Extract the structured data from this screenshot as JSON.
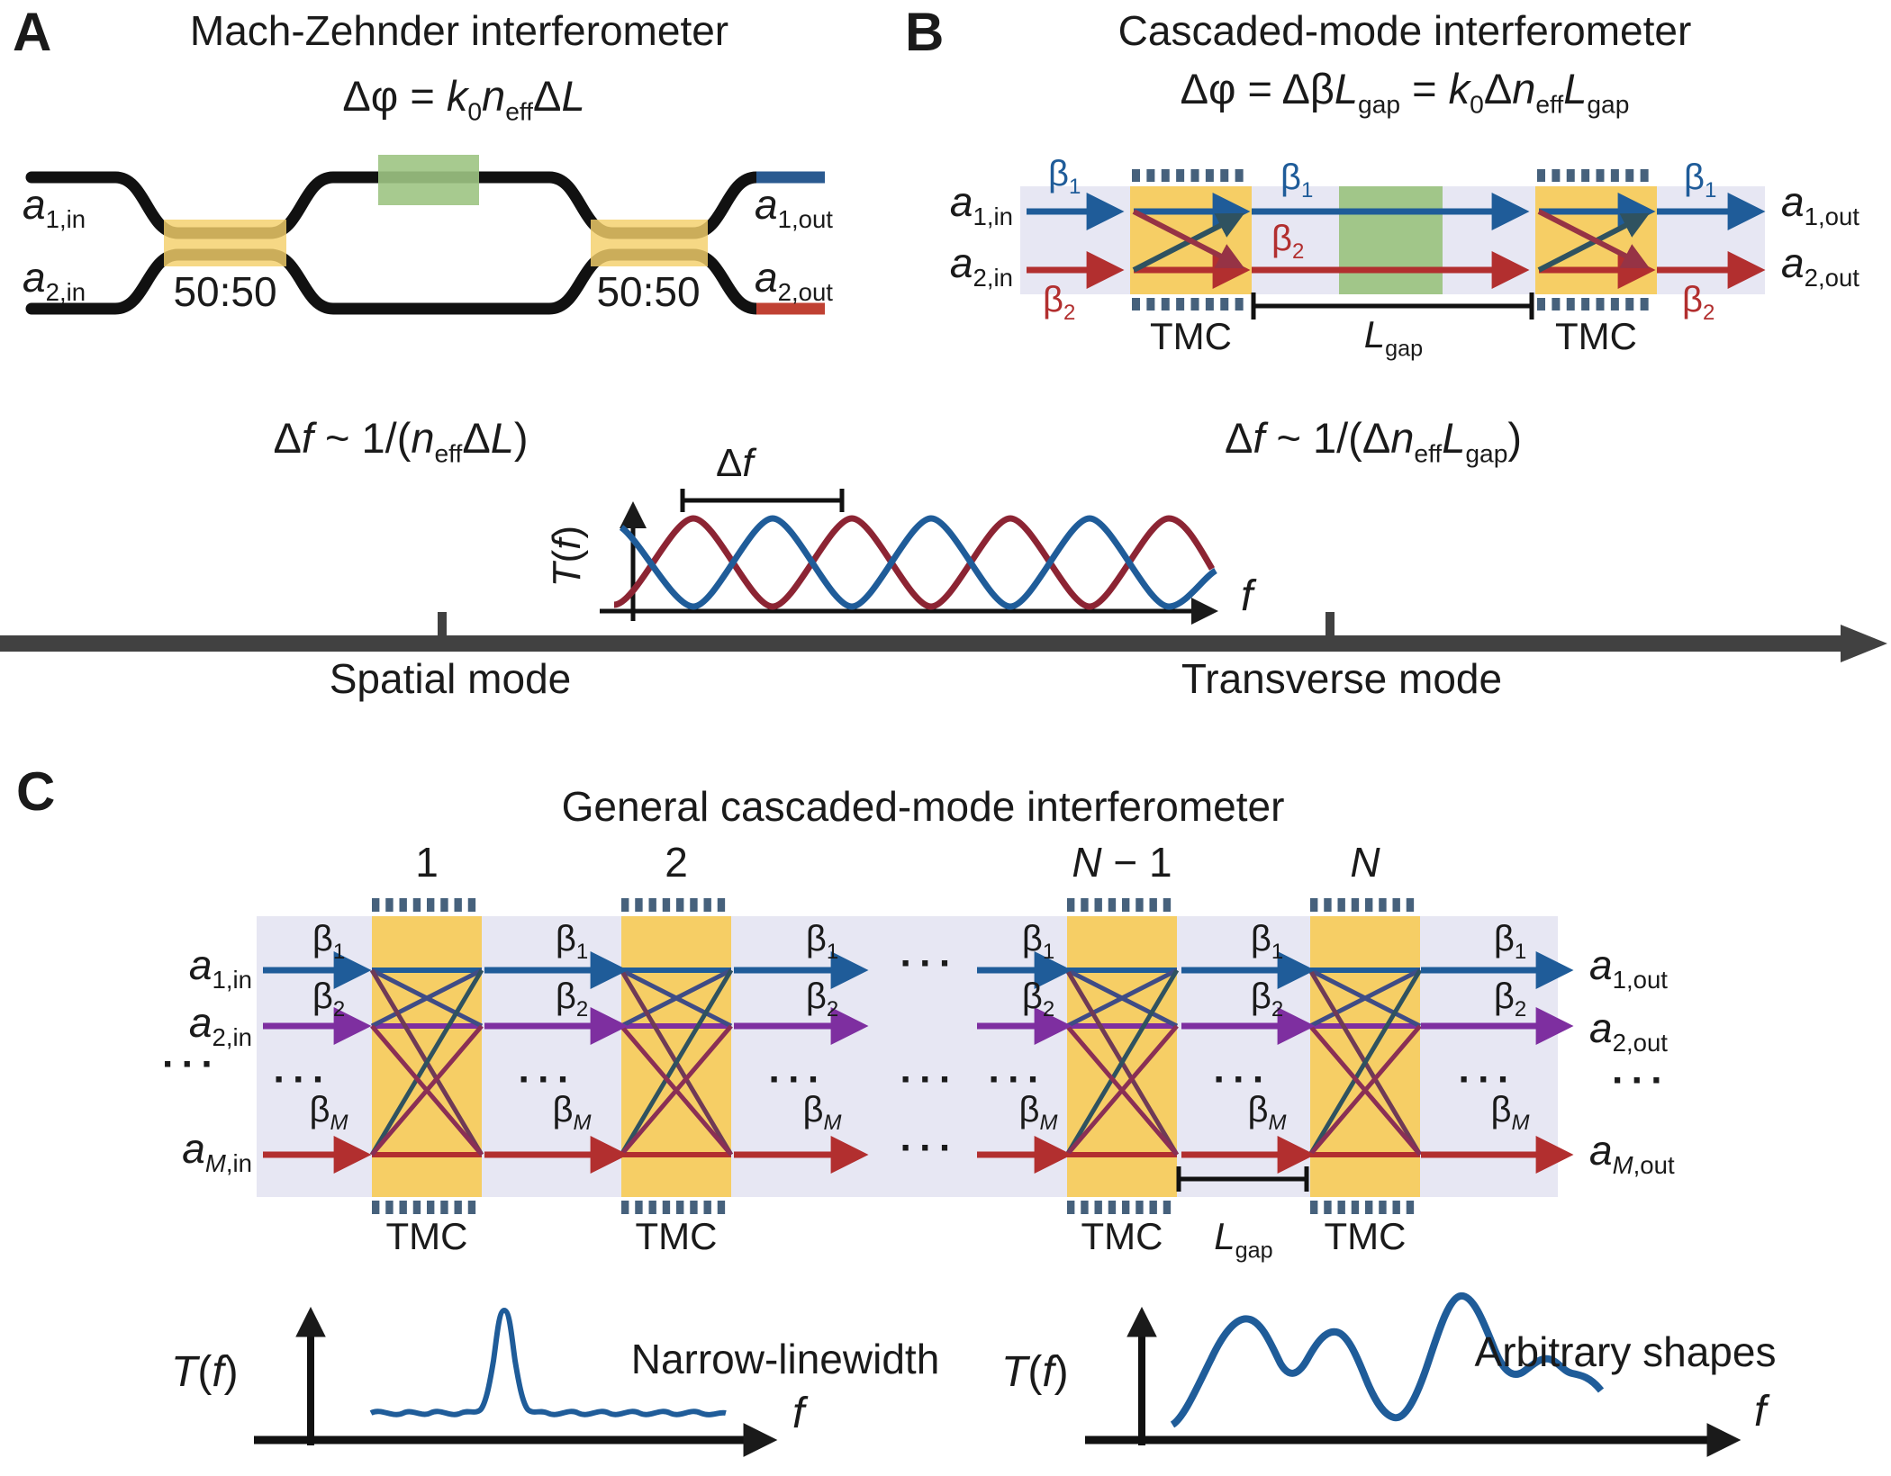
{
  "colors": {
    "ink": "#1a1a1a",
    "blue": "#1f5c99",
    "red": "#b22f2f",
    "dark_red": "#8c2433",
    "purple": "#7e2fa0",
    "tmc_yellow": "#f6ce65",
    "coupler_yellow": "#f4d06a",
    "green": "#9dc483",
    "lavender": "#e7e7f3",
    "grating_slate": "#46617c",
    "timeline_gray": "#414141",
    "blue_stub": "#2a5a90",
    "red_stub": "#c04133",
    "cross_indigo": "#3f4c86",
    "cross_teal": "#2f5260",
    "cross_maroon": "#8a2f55",
    "cross_plum": "#6f3a56",
    "cross_rust": "#963345"
  },
  "panel_a": {
    "tag": "A",
    "title": "Mach-Zehnder interferometer",
    "formula": {
      "lhs": "Δφ",
      "eq": " = ",
      "k": "k",
      "k_sub": "0",
      "n": "n",
      "n_sub": "eff",
      "delta": "Δ",
      "L": "L"
    },
    "coupler1": "50:50",
    "coupler2": "50:50",
    "in1": {
      "base": "a",
      "sub": "1,in"
    },
    "in2": {
      "base": "a",
      "sub": "2,in"
    },
    "out1": {
      "base": "a",
      "sub": "1,out"
    },
    "out2": {
      "base": "a",
      "sub": "2,out"
    }
  },
  "panel_b": {
    "tag": "B",
    "title": "Cascaded-mode interferometer",
    "formula": {
      "lhs": "Δφ",
      "eq1": " = ",
      "db": "Δβ",
      "L1": "L",
      "L1_sub": "gap",
      "eq2": " = ",
      "k": "k",
      "k_sub": "0",
      "d2": "Δ",
      "n": "n",
      "n_sub": "eff",
      "L2": "L",
      "L2_sub": "gap"
    },
    "in1": {
      "base": "a",
      "sub": "1,in"
    },
    "in2": {
      "base": "a",
      "sub": "2,in"
    },
    "out1": {
      "base": "a",
      "sub": "1,out"
    },
    "out2": {
      "base": "a",
      "sub": "2,out"
    },
    "beta1": {
      "base": "β",
      "sub": "1"
    },
    "beta2": {
      "base": "β",
      "sub": "2"
    },
    "tmc": "TMC",
    "lgap": {
      "base": "L",
      "sub": "gap"
    }
  },
  "middle": {
    "formula_left": {
      "d": "Δ",
      "f": "f",
      "sim": " ~ ",
      "pre": "1/(",
      "n": "n",
      "n_sub": "eff",
      "d2": "Δ",
      "L": "L",
      "close": ")"
    },
    "formula_right": {
      "d": "Δ",
      "f": "f",
      "sim": " ~ ",
      "pre": "1/(",
      "d2": "Δ",
      "n": "n",
      "n_sub": "eff",
      "L": "L",
      "L_sub": "gap",
      "close": ")"
    },
    "wave_plot": {
      "ylabel": {
        "t": "T",
        "open": "(",
        "f": "f",
        "close": ")"
      },
      "xlabel": "f",
      "df": {
        "d": "Δ",
        "f": "f"
      }
    },
    "timeline": {
      "left": "Spatial mode",
      "right": "Transverse mode"
    }
  },
  "panel_c": {
    "tag": "C",
    "title": "General cascaded-mode interferometer",
    "stages": [
      {
        "it": "",
        "ro": "1"
      },
      {
        "it": "",
        "ro": "2"
      },
      {
        "it": "N",
        "ro": " − 1"
      },
      {
        "it": "N",
        "ro": ""
      }
    ],
    "in1": {
      "base": "a",
      "sub_it": "",
      "sub_ro": "1,in"
    },
    "in2": {
      "base": "a",
      "sub_it": "",
      "sub_ro": "2,in"
    },
    "inM": {
      "base": "a",
      "sub_it": "M",
      "sub_ro": ",in"
    },
    "out1": {
      "base": "a",
      "sub_it": "",
      "sub_ro": "1,out"
    },
    "out2": {
      "base": "a",
      "sub_it": "",
      "sub_ro": "2,out"
    },
    "outM": {
      "base": "a",
      "sub_it": "M",
      "sub_ro": ",out"
    },
    "beta1": {
      "base": "β",
      "sub_it": "",
      "sub_ro": "1"
    },
    "beta2": {
      "base": "β",
      "sub_it": "",
      "sub_ro": "2"
    },
    "betaM": {
      "base": "β",
      "sub_it": "M",
      "sub_ro": ""
    },
    "dots": "···",
    "tmc": "TMC",
    "lgap": {
      "base": "L",
      "sub": "gap"
    },
    "plot_left": {
      "ylabel": {
        "t": "T",
        "open": "(",
        "f": "f",
        "close": ")"
      },
      "xlabel": "f",
      "caption": "Narrow-linewidth"
    },
    "plot_right": {
      "ylabel": {
        "t": "T",
        "open": "(",
        "f": "f",
        "close": ")"
      },
      "xlabel": "f",
      "caption": "Arbitrary shapes"
    }
  }
}
